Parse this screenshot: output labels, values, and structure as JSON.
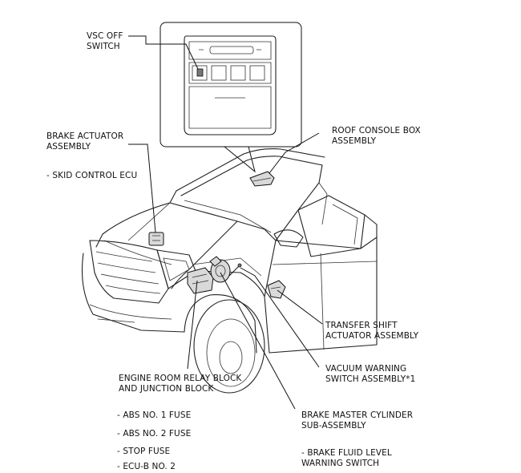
{
  "labels": {
    "vsc_off_switch": "VSC OFF\nSWITCH",
    "brake_actuator": "BRAKE ACTUATOR\nASSEMBLY",
    "skid_control": "- SKID CONTROL ECU",
    "roof_console": "ROOF CONSOLE BOX\nASSEMBLY",
    "transfer_shift": "TRANSFER SHIFT\nACTUATOR ASSEMBLY",
    "vacuum_warning": "VACUUM WARNING\nSWITCH ASSEMBLY*1",
    "engine_room": "ENGINE ROOM RELAY BLOCK\nAND JUNCTION BLOCK",
    "brake_master": "BRAKE MASTER CYLINDER\nSUB-ASSEMBLY",
    "brake_fluid": "- BRAKE FLUID LEVEL\nWARNING SWITCH",
    "fuses": [
      "- ABS NO. 1 FUSE",
      "- ABS NO. 2 FUSE",
      "- STOP FUSE",
      "- ECU-B NO. 2"
    ]
  }
}
